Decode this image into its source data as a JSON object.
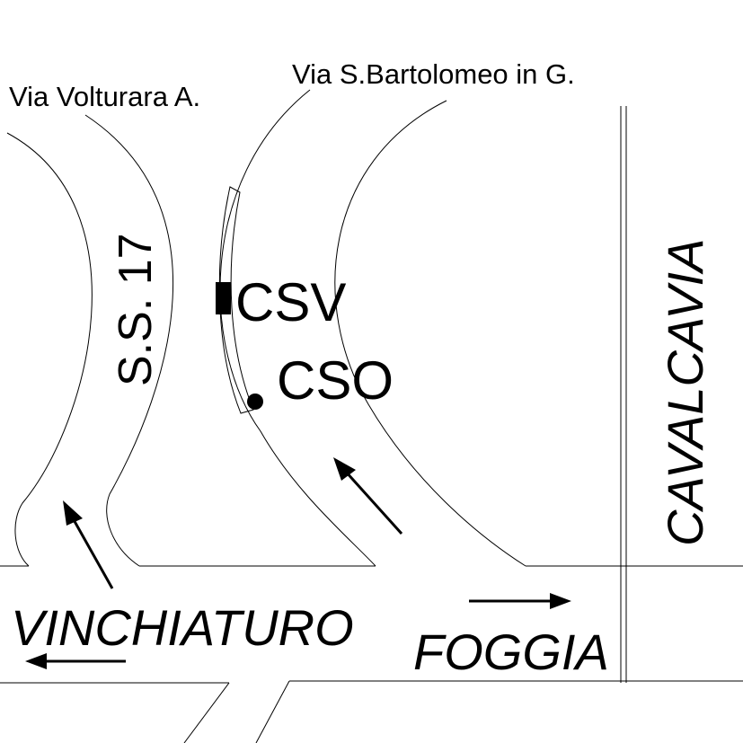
{
  "labels": {
    "street_volturara": "Via Volturara A.",
    "street_bartolomeo": "Via S.Bartolomeo in G.",
    "road_ss17": "S.S. 17",
    "point_csv": "CSV",
    "point_cso": "CSO",
    "bridge": "CAVALCAVIA",
    "city_left": "VINCHIATURO",
    "city_right": "FOGGIA"
  },
  "icons": {
    "csv_marker": "filled-square-icon",
    "cso_marker": "filled-dot-icon",
    "arrows": [
      "arrow-up-left-icon",
      "arrow-up-left-icon",
      "arrow-right-icon",
      "arrow-left-icon"
    ]
  },
  "colors": {
    "background": "#ffffff",
    "ink": "#000000"
  }
}
